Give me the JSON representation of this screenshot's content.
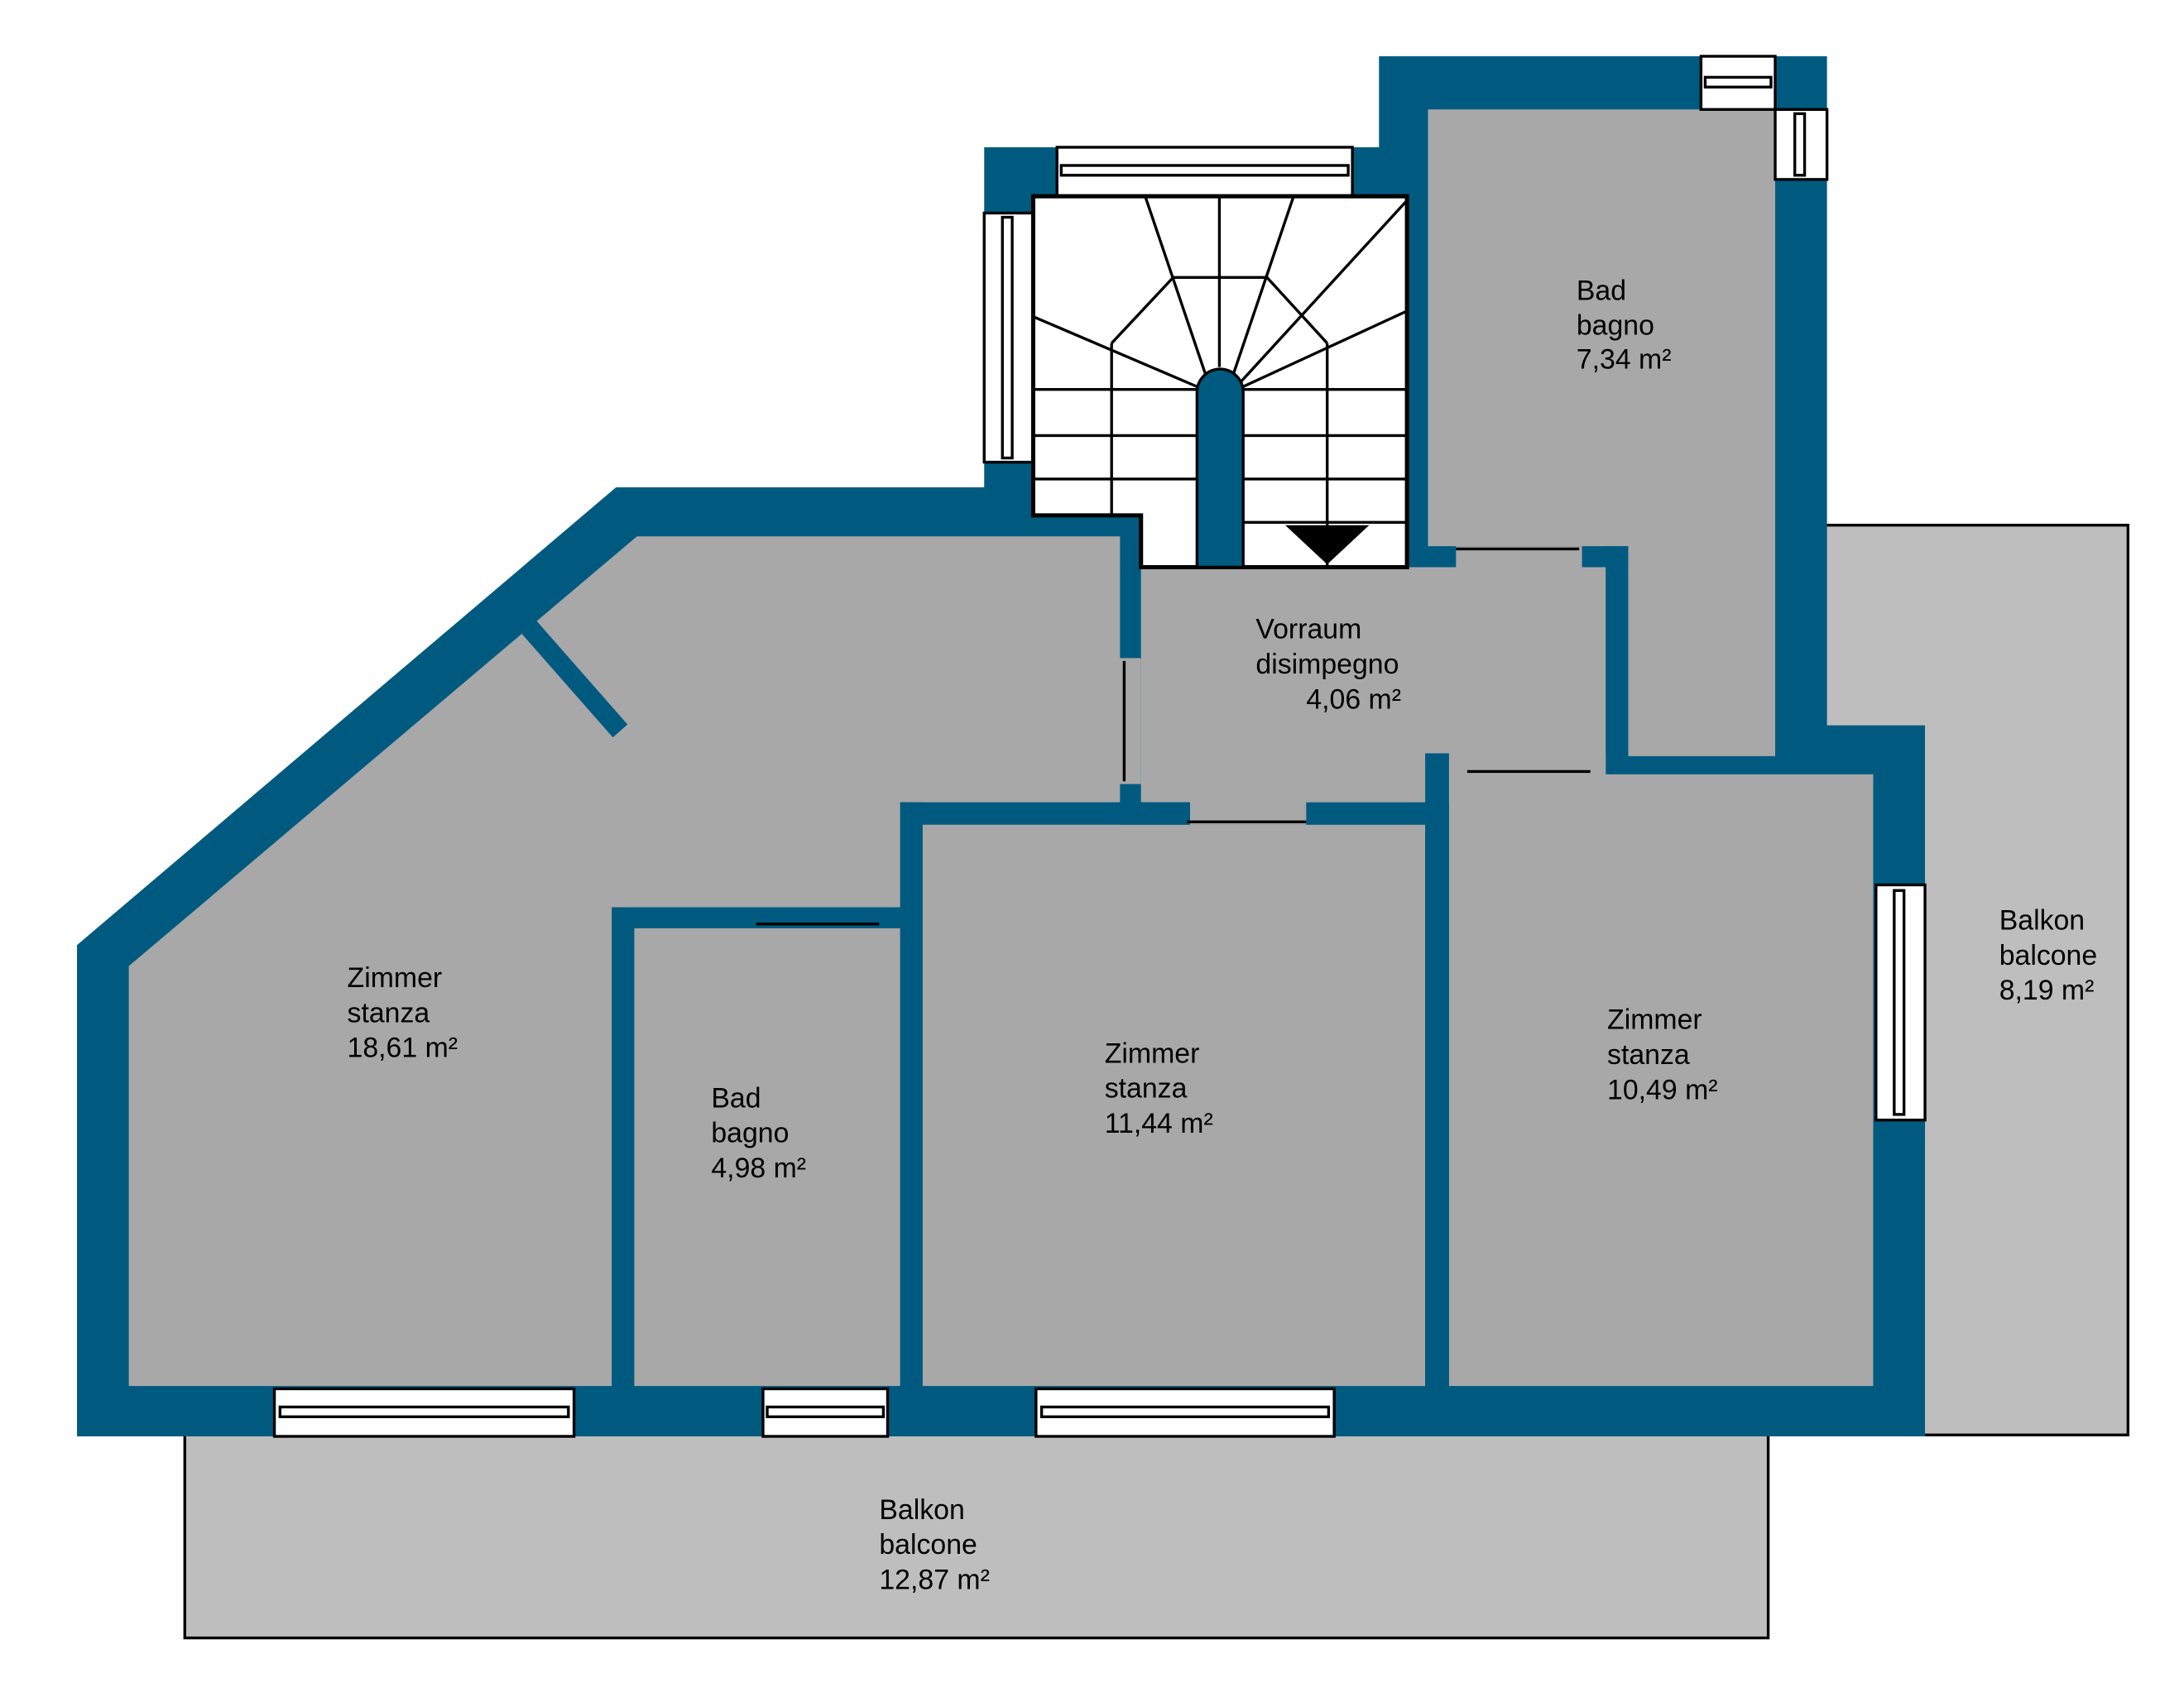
{
  "colors": {
    "wall": "#005A80",
    "room": "#A8A8A8",
    "balcony": "#BEBEBE"
  },
  "rooms": [
    {
      "id": "zimmer-1",
      "name_de": "Zimmer",
      "name_it": "stanza",
      "area": "18,61 m²"
    },
    {
      "id": "bad-1",
      "name_de": "Bad",
      "name_it": "bagno",
      "area": "4,98 m²"
    },
    {
      "id": "zimmer-2",
      "name_de": "Zimmer",
      "name_it": "stanza",
      "area": "11,44 m²"
    },
    {
      "id": "zimmer-3",
      "name_de": "Zimmer",
      "name_it": "stanza",
      "area": "10,49 m²"
    },
    {
      "id": "vorraum",
      "name_de": "Vorraum",
      "name_it": "disimpegno",
      "area": "4,06 m²"
    },
    {
      "id": "bad-2",
      "name_de": "Bad",
      "name_it": "bagno",
      "area": "7,34 m²"
    },
    {
      "id": "balkon-right",
      "name_de": "Balkon",
      "name_it": "balcone",
      "area": "8,19 m²"
    },
    {
      "id": "balkon-bottom",
      "name_de": "Balkon",
      "name_it": "balcone",
      "area": "12,87 m²"
    }
  ]
}
